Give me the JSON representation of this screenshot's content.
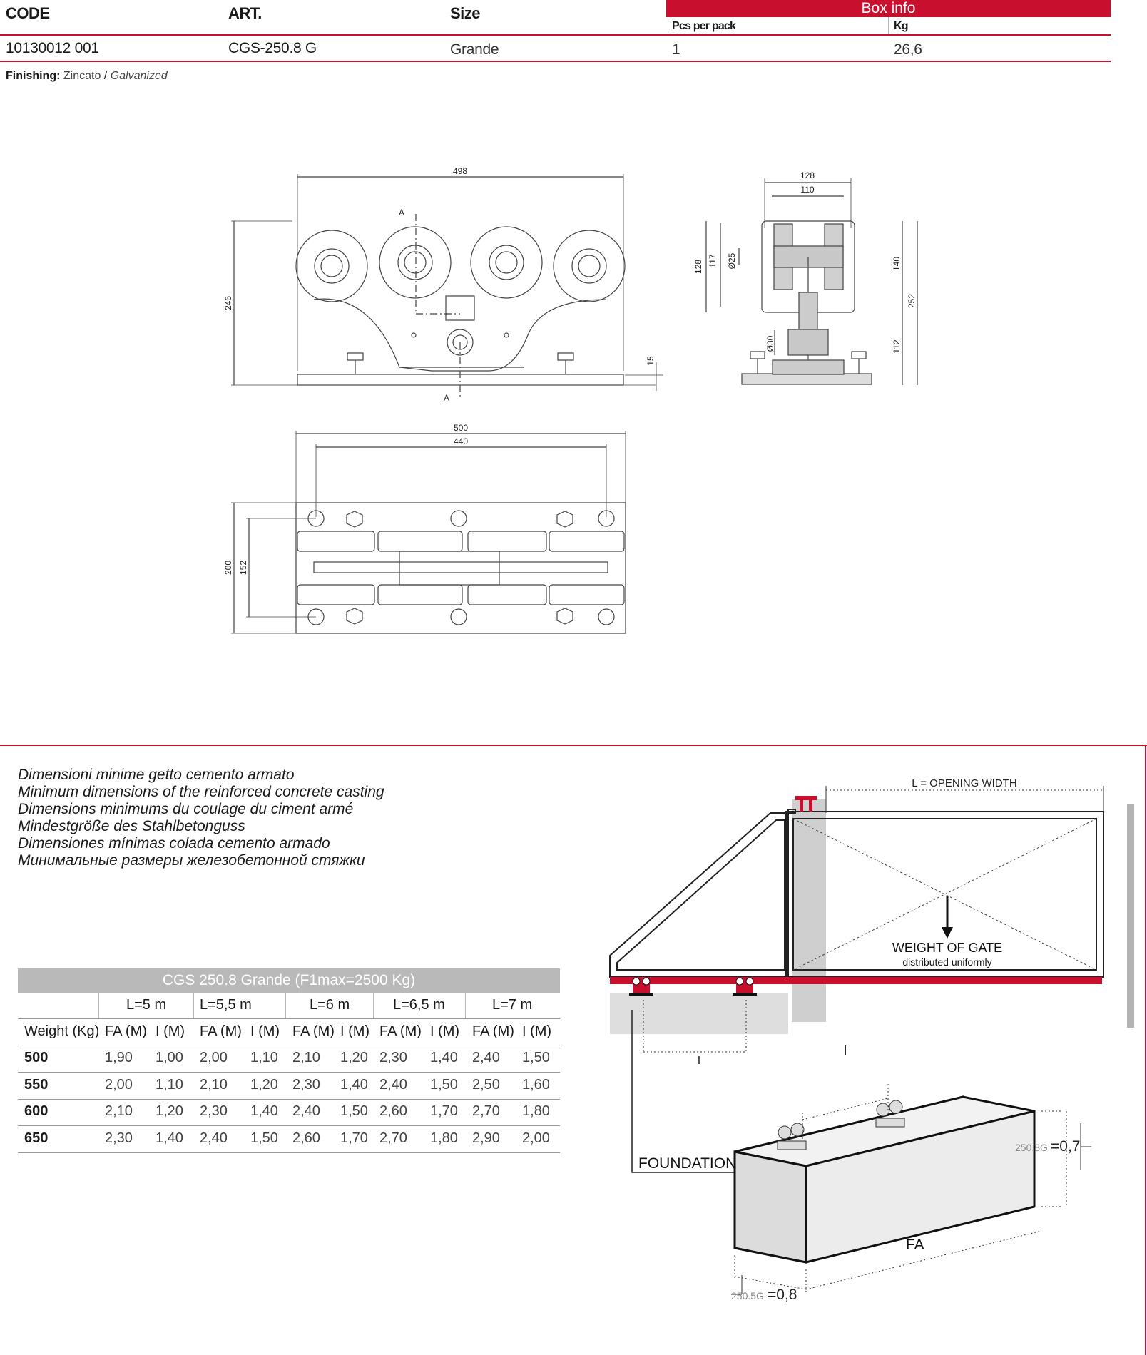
{
  "header": {
    "code_label": "CODE",
    "art_label": "ART.",
    "size_label": "Size",
    "box_info_label": "Box info",
    "pcs_label": "Pcs per pack",
    "kg_label": "Kg"
  },
  "product": {
    "code": "10130012 001",
    "art": "CGS-250.8 G",
    "size": "Grande",
    "pcs": "1",
    "kg": "26,6"
  },
  "finishing": {
    "label": "Finishing:",
    "value_it": "Zincato",
    "sep": " / ",
    "value_en": "Galvanized"
  },
  "drawing_front": {
    "width_dim": "498",
    "height_dim": "246",
    "base_dim": "15",
    "section_label": "A"
  },
  "drawing_side": {
    "outer_width": "128",
    "inner_width": "110",
    "h128": "128",
    "h117": "117",
    "d25": "Ø25",
    "d30": "Ø30",
    "h140": "140",
    "h252": "252",
    "h112": "112"
  },
  "drawing_top": {
    "outer_width": "500",
    "inner_width": "440",
    "outer_height": "200",
    "inner_height": "152"
  },
  "intro_lines": [
    "Dimensioni minime getto cemento armato",
    "Minimum dimensions of the reinforced concrete casting",
    "Dimensions minimums du coulage du ciment armé",
    "Mindestgröße des Stahlbetonguss",
    "Dimensiones mínimas colada cemento armado",
    "Минимальные размеры железобетонной стяжки"
  ],
  "table": {
    "title": "CGS 250.8 Grande (F1max=2500 Kg)",
    "lengths": [
      "L=5 m",
      "L=5,5 m",
      "L=6 m",
      "L=6,5 m",
      "L=7 m"
    ],
    "weight_label": "Weight (Kg)",
    "fa_label": "FA (M)",
    "i_label": "I (M)",
    "rows": [
      {
        "weight": "500",
        "values": [
          "1,90",
          "1,00",
          "2,00",
          "1,10",
          "2,10",
          "1,20",
          "2,30",
          "1,40",
          "2,40",
          "1,50"
        ]
      },
      {
        "weight": "550",
        "values": [
          "2,00",
          "1,10",
          "2,10",
          "1,20",
          "2,30",
          "1,40",
          "2,40",
          "1,50",
          "2,50",
          "1,60"
        ]
      },
      {
        "weight": "600",
        "values": [
          "2,10",
          "1,20",
          "2,30",
          "1,40",
          "2,40",
          "1,50",
          "2,60",
          "1,70",
          "2,70",
          "1,80"
        ]
      },
      {
        "weight": "650",
        "values": [
          "2,30",
          "1,40",
          "2,40",
          "1,50",
          "2,60",
          "1,70",
          "2,70",
          "1,80",
          "2,90",
          "2,00"
        ]
      }
    ]
  },
  "gate_diagram": {
    "opening_width": "L = OPENING WIDTH",
    "weight_of_gate": "WEIGHT OF GATE",
    "distributed": "distributed uniformly",
    "foundation": "FOUNDATION",
    "i_label": "I",
    "fa_label": "FA",
    "depth_a_code": "250.8G",
    "depth_a_val": "=0,7",
    "depth_b_code": "250.5G",
    "depth_b_val": "=0,8"
  },
  "colors": {
    "accent": "#c8102e",
    "table_header": "#b9b9b9",
    "concrete": "#d9d9d9"
  }
}
